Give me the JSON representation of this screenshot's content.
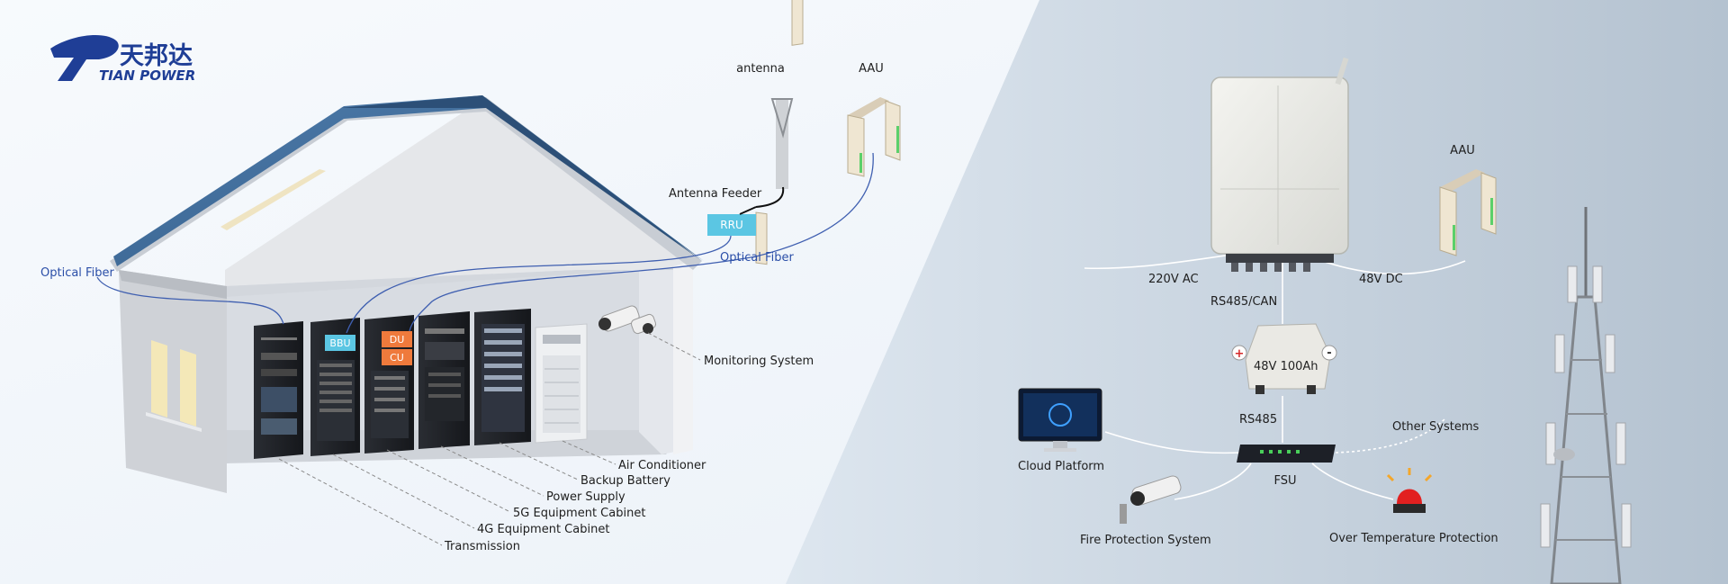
{
  "logo": {
    "chinese": "天邦达",
    "english": "TIAN POWER"
  },
  "site_labels": {
    "antenna": "antenna",
    "aau_top": "AAU",
    "antenna_feeder": "Antenna Feeder",
    "rru": "RRU",
    "optical_fiber_left": "Optical Fiber",
    "optical_fiber_right": "Optical Fiber",
    "bbu": "BBU",
    "du": "DU",
    "cu": "CU",
    "monitoring_system": "Monitoring System",
    "air_conditioner": "Air Conditioner",
    "backup_battery": "Backup Battery",
    "power_supply": "Power Supply",
    "equipment_5g": "5G Equipment Cabinet",
    "equipment_4g": "4G Equipment Cabinet",
    "transmission": "Transmission"
  },
  "system_labels": {
    "aau": "AAU",
    "ac_input": "220V AC",
    "dc_output": "48V DC",
    "rs485_can": "RS485/CAN",
    "battery": "48V 100Ah",
    "battery_plus": "+",
    "battery_minus": "-",
    "rs485": "RS485",
    "fsu": "FSU",
    "cloud_platform": "Cloud Platform",
    "other_systems": "Other Systems",
    "fire_protection": "Fire Protection System",
    "over_temperature": "Over Temperature Protection"
  },
  "colors": {
    "brand_blue": "#1f3e96",
    "roof_blue": "#3f6c9a",
    "fiber_blue": "#3f5fb0",
    "rru_cyan": "#5bc6e3",
    "du_orange": "#ef7a3c"
  }
}
